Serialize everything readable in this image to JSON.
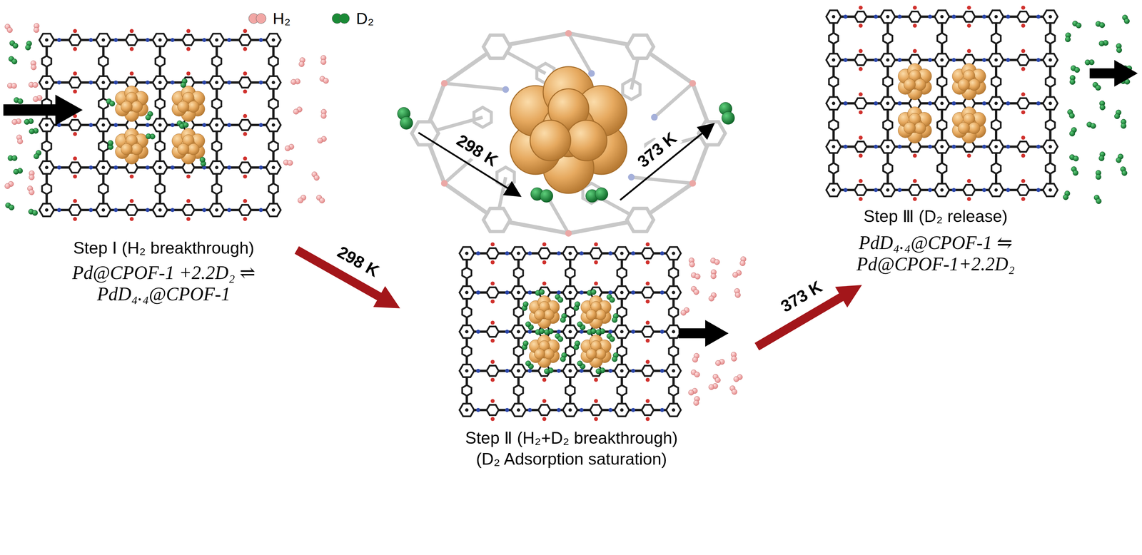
{
  "diagram": {
    "labels": [
      "298 K",
      "373 K",
      "Step Ⅰ (H₂ breakthrough)",
      "Pd@CPOF-1 +2.2D₂ ⇌ PdD₄.₄@CPOF-1",
      "298 K",
      "373 K",
      "Step Ⅱ (H₂+D₂ breakthrough)",
      "(D₂ Adsorption saturation)",
      "Step Ⅲ (D₂ release)",
      "PdD₄.₄@CPOF-1 ⇋ Pd@CPOF-1+2.2D₂"
    ],
    "legend": [
      {
        "text": "H₂",
        "color": "#f2a7a5"
      },
      {
        "text": "D₂",
        "color": "#1a8a36"
      }
    ]
  }
}
